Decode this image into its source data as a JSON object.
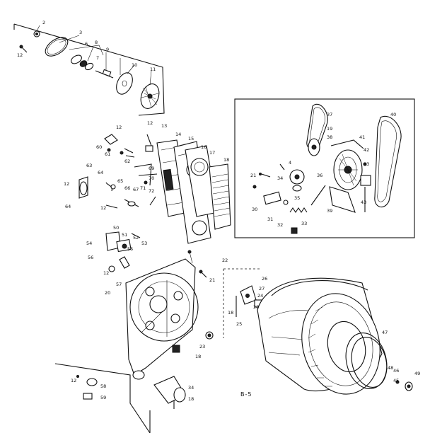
{
  "diagram": {
    "caption": "B-5",
    "part_labels": [
      {
        "id": "p2a",
        "text": "2"
      },
      {
        "id": "p3",
        "text": "3"
      },
      {
        "id": "p12a",
        "text": "12"
      },
      {
        "id": "p8",
        "text": "8"
      },
      {
        "id": "p9",
        "text": "9"
      },
      {
        "id": "p10",
        "text": "10"
      },
      {
        "id": "p11",
        "text": "11"
      },
      {
        "id": "p7",
        "text": "7"
      },
      {
        "id": "p6",
        "text": "6"
      },
      {
        "id": "p60",
        "text": "60"
      },
      {
        "id": "p61",
        "text": "61"
      },
      {
        "id": "p12b",
        "text": "12"
      },
      {
        "id": "p62",
        "text": "62"
      },
      {
        "id": "p12c",
        "text": "12"
      },
      {
        "id": "p13",
        "text": "13"
      },
      {
        "id": "p14",
        "text": "14"
      },
      {
        "id": "p15",
        "text": "15"
      },
      {
        "id": "p16",
        "text": "16"
      },
      {
        "id": "p17",
        "text": "17"
      },
      {
        "id": "p18a",
        "text": "18"
      },
      {
        "id": "p69",
        "text": "69"
      },
      {
        "id": "p70",
        "text": "70"
      },
      {
        "id": "p71",
        "text": "71"
      },
      {
        "id": "p72",
        "text": "72"
      },
      {
        "id": "p63",
        "text": "63"
      },
      {
        "id": "p64a",
        "text": "64"
      },
      {
        "id": "p65",
        "text": "65"
      },
      {
        "id": "p66",
        "text": "66"
      },
      {
        "id": "p67",
        "text": "67"
      },
      {
        "id": "p12d",
        "text": "12"
      },
      {
        "id": "p64b",
        "text": "64"
      },
      {
        "id": "p12e",
        "text": "12"
      },
      {
        "id": "p50",
        "text": "50"
      },
      {
        "id": "p51",
        "text": "51"
      },
      {
        "id": "p52",
        "text": "52"
      },
      {
        "id": "p53",
        "text": "53"
      },
      {
        "id": "p54",
        "text": "54"
      },
      {
        "id": "p55",
        "text": "55"
      },
      {
        "id": "p12f",
        "text": "12"
      },
      {
        "id": "p56",
        "text": "56"
      },
      {
        "id": "p57",
        "text": "57"
      },
      {
        "id": "p20",
        "text": "20"
      },
      {
        "id": "p21",
        "text": "21"
      },
      {
        "id": "p22",
        "text": "22"
      },
      {
        "id": "p23",
        "text": "23"
      },
      {
        "id": "p18b",
        "text": "18"
      },
      {
        "id": "p37",
        "text": "37"
      },
      {
        "id": "p38",
        "text": "38"
      },
      {
        "id": "p19",
        "text": "19"
      },
      {
        "id": "p40",
        "text": "40"
      },
      {
        "id": "p41",
        "text": "41"
      },
      {
        "id": "p42",
        "text": "42"
      },
      {
        "id": "p21b",
        "text": "21"
      },
      {
        "id": "p4",
        "text": "4"
      },
      {
        "id": "p34",
        "text": "34"
      },
      {
        "id": "p35",
        "text": "35"
      },
      {
        "id": "p36",
        "text": "36"
      },
      {
        "id": "p39",
        "text": "39"
      },
      {
        "id": "p13b",
        "text": "13"
      },
      {
        "id": "p43",
        "text": "43"
      },
      {
        "id": "p30",
        "text": "30"
      },
      {
        "id": "p31",
        "text": "31"
      },
      {
        "id": "p32",
        "text": "32"
      },
      {
        "id": "p33",
        "text": "33"
      },
      {
        "id": "p26",
        "text": "26"
      },
      {
        "id": "p27",
        "text": "27"
      },
      {
        "id": "p24",
        "text": "24"
      },
      {
        "id": "p25",
        "text": "25"
      },
      {
        "id": "p18c",
        "text": "18"
      },
      {
        "id": "p28",
        "text": "28"
      },
      {
        "id": "p47",
        "text": "47"
      },
      {
        "id": "p48",
        "text": "48"
      },
      {
        "id": "p49",
        "text": "49"
      },
      {
        "id": "p46",
        "text": "46"
      },
      {
        "id": "p45",
        "text": "45"
      },
      {
        "id": "p12g",
        "text": "12"
      },
      {
        "id": "p58",
        "text": "58"
      },
      {
        "id": "p59",
        "text": "59"
      },
      {
        "id": "p34b",
        "text": "34"
      },
      {
        "id": "p18d",
        "text": "18"
      }
    ]
  }
}
